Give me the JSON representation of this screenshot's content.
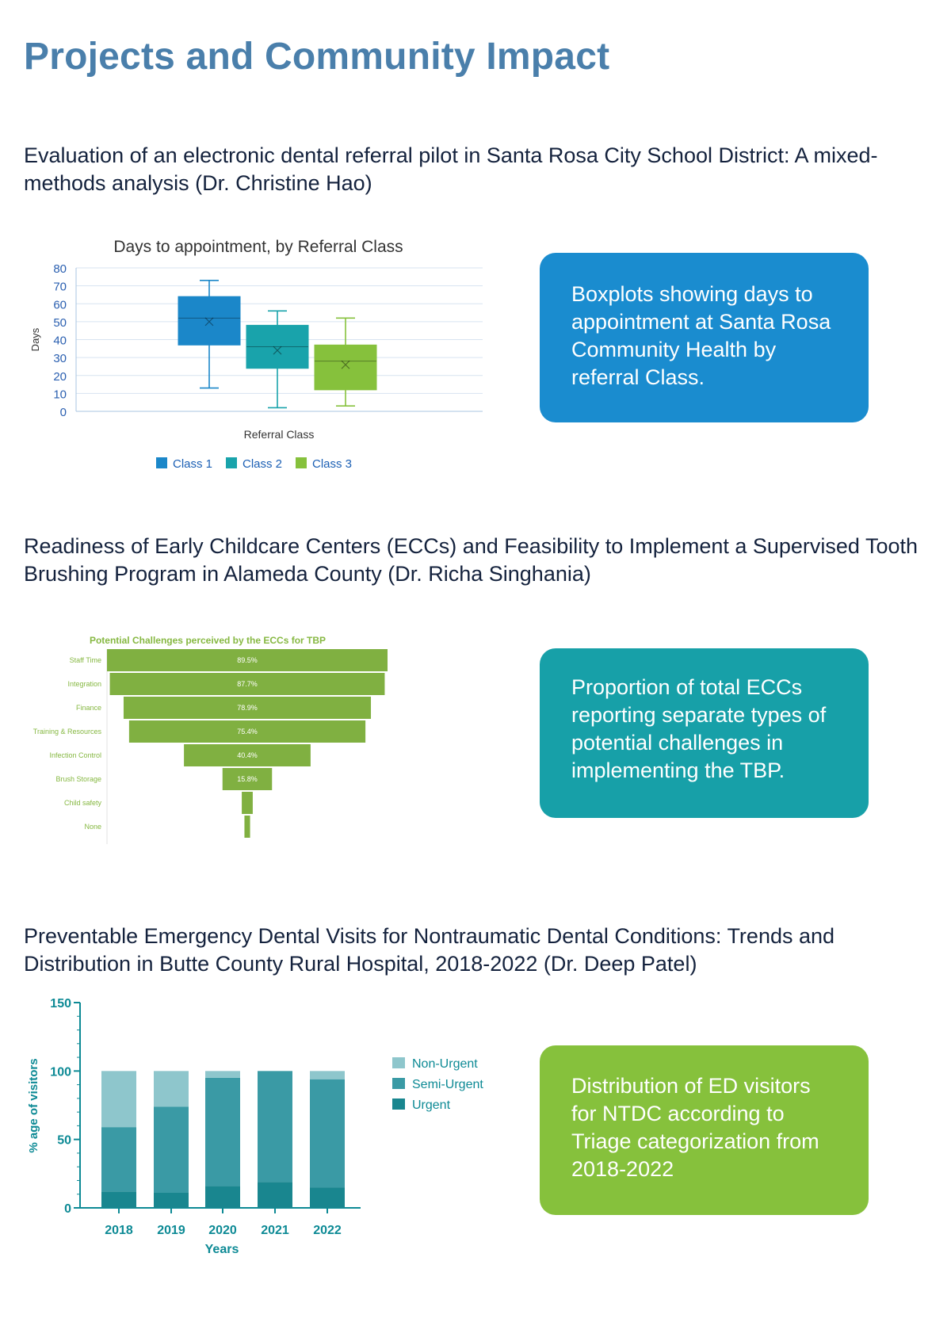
{
  "page": {
    "title": "Projects and Community Impact"
  },
  "sections": [
    {
      "title": "Evaluation of an electronic dental referral pilot in Santa Rosa City School District: A mixed-methods analysis (Dr. Christine Hao)",
      "info": "Boxplots showing days to appointment at Santa Rosa Community Health by referral Class."
    },
    {
      "title": "Readiness of Early Childcare Centers (ECCs) and Feasibility to Implement a Supervised Tooth Brushing Program in Alameda County (Dr. Richa Singhania)",
      "info": "Proportion of total ECCs reporting separate types of potential challenges in implementing the TBP."
    },
    {
      "title": "Preventable Emergency Dental Visits for Nontraumatic Dental Conditions: Trends and Distribution in Butte County Rural Hospital, 2018-2022 (Dr. Deep Patel)",
      "info": "Distribution of ED visitors for NTDC according to Triage categorization from 2018-2022"
    }
  ],
  "colors": {
    "box_info": "#1a8ccf",
    "funnel_info": "#17a0a8",
    "bar_info": "#86c13c",
    "class1": "#1b87c9",
    "class2": "#19a3ab",
    "class3": "#86c13c",
    "funnel": "#80b041",
    "non_urgent": "#8ec6cc",
    "semi_urgent": "#3a9aa5",
    "urgent": "#19868f"
  },
  "chart_data": [
    {
      "type": "box",
      "title": "Days to appointment, by Referral Class",
      "xlabel": "Referral Class",
      "ylabel": "Days",
      "ylim": [
        0,
        80
      ],
      "yticks": [
        0,
        10,
        20,
        30,
        40,
        50,
        60,
        70,
        80
      ],
      "grid": true,
      "legend": "bottom",
      "series": [
        {
          "name": "Class 1",
          "min": 13,
          "q1": 37,
          "median": 52,
          "mean": 50,
          "q3": 64,
          "max": 73
        },
        {
          "name": "Class 2",
          "min": 2,
          "q1": 24,
          "median": 36,
          "mean": 34,
          "q3": 48,
          "max": 56
        },
        {
          "name": "Class 3",
          "min": 3,
          "q1": 12,
          "median": 28,
          "mean": 26,
          "q3": 37,
          "max": 52
        }
      ]
    },
    {
      "type": "bar",
      "orientation": "horizontal-centered",
      "title": "Potential Challenges perceived by the ECCs for TBP",
      "categories": [
        "Staff Time",
        "Integration",
        "Finance",
        "Training & Resources",
        "Infection Control",
        "Brush Storage",
        "Child safety",
        "None"
      ],
      "values": [
        89.5,
        87.7,
        78.9,
        75.4,
        40.4,
        15.8,
        3.5,
        1.8
      ],
      "labels": [
        "89.5%",
        "87.7%",
        "78.9%",
        "75.4%",
        "40.4%",
        "15.8%",
        "",
        ""
      ]
    },
    {
      "type": "bar",
      "stacked": true,
      "xlabel": "Years",
      "ylabel": "% age of visitors",
      "ylim": [
        0,
        150
      ],
      "yticks": [
        0,
        50,
        100,
        150
      ],
      "legend": "right",
      "categories": [
        "2018",
        "2019",
        "2020",
        "2021",
        "2022"
      ],
      "series": [
        {
          "name": "Urgent",
          "values": [
            12,
            11,
            16,
            19,
            15
          ]
        },
        {
          "name": "Semi-Urgent",
          "values": [
            47,
            63,
            79,
            81,
            79
          ]
        },
        {
          "name": "Non-Urgent",
          "values": [
            41,
            26,
            5,
            0,
            6
          ]
        }
      ],
      "legend_order": [
        "Non-Urgent",
        "Semi-Urgent",
        "Urgent"
      ]
    }
  ]
}
